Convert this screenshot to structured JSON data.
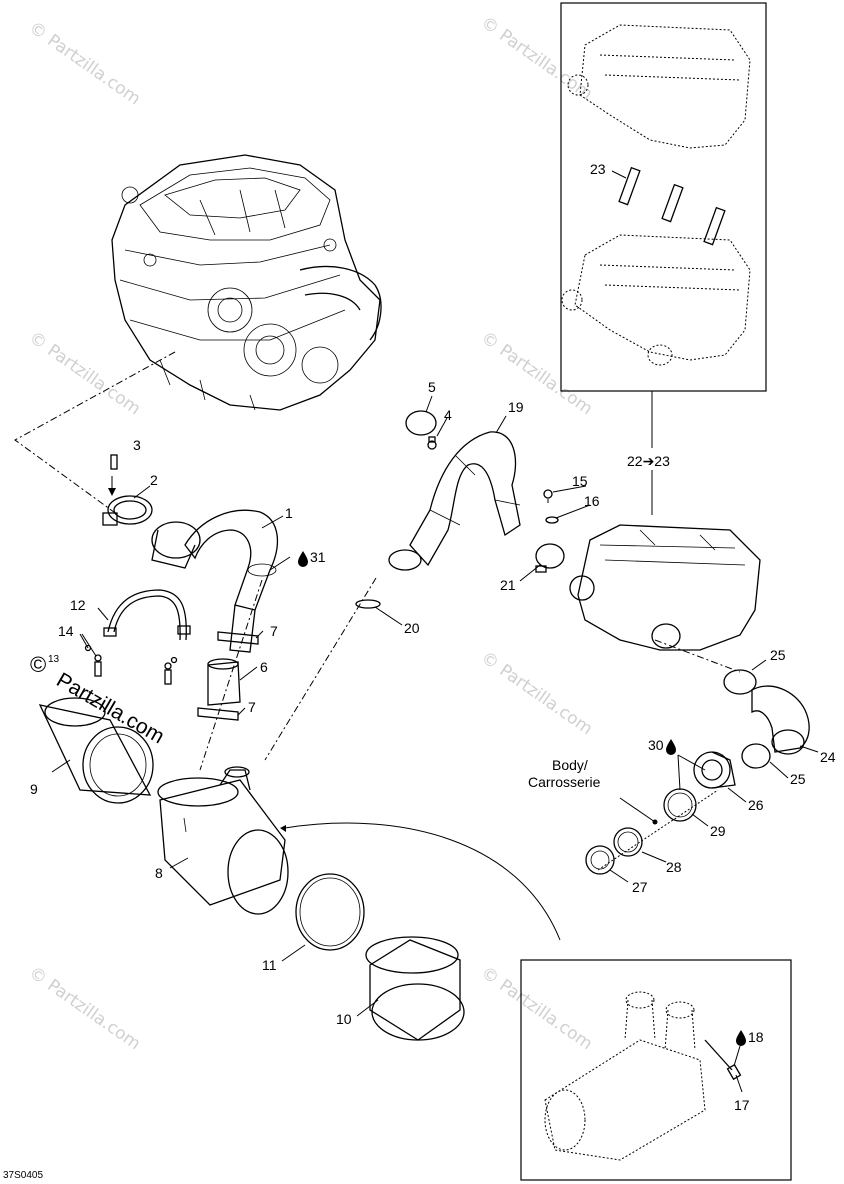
{
  "callouts": {
    "c1": "1",
    "c2": "2",
    "c3": "3",
    "c4": "4",
    "c5": "5",
    "c6": "6",
    "c7a": "7",
    "c7b": "7",
    "c8": "8",
    "c9": "9",
    "c10": "10",
    "c11": "11",
    "c12": "12",
    "c13": "13",
    "c14": "14",
    "c15": "15",
    "c16": "16",
    "c17": "17",
    "c18": "18",
    "c19": "19",
    "c20": "20",
    "c21": "21",
    "c22": "22➔23",
    "c23": "23",
    "c24": "24",
    "c25a": "25",
    "c25b": "25",
    "c26": "26",
    "c27": "27",
    "c28": "28",
    "c29": "29",
    "c30": "30",
    "c31": "31"
  },
  "body_label": {
    "line1": "Body/",
    "line2": "Carrosserie"
  },
  "diagram_code": "37S0405",
  "watermark": {
    "text": "© Partzilla.com",
    "copyright": "©",
    "brand": "Partzilla.com"
  },
  "icons": {
    "oil_drop": "oil-drop-icon"
  }
}
